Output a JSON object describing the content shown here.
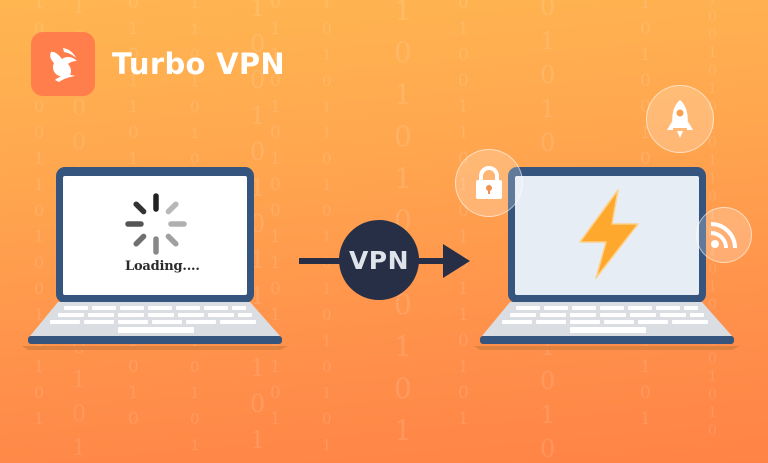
{
  "brand": {
    "name": "Turbo VPN",
    "logo_icon": "rabbit-icon",
    "badge_color": "#ff7e4c"
  },
  "left_laptop": {
    "screen_icon": "loading-spinner-icon",
    "status_text": "Loading...."
  },
  "connector": {
    "label": "VPN",
    "arrow_icon": "arrow-right-icon",
    "color": "#272f47"
  },
  "right_laptop": {
    "screen_icon": "lightning-bolt-icon",
    "bolt_color": "#ffa82e",
    "feature_bubbles": [
      {
        "icon": "padlock-icon",
        "meaning": "security"
      },
      {
        "icon": "rocket-icon",
        "meaning": "speed"
      },
      {
        "icon": "wifi-signal-icon",
        "meaning": "connection"
      }
    ]
  },
  "colors": {
    "background_top": "#ffb651",
    "background_bottom": "#ff8346",
    "laptop_frame": "#35557f",
    "laptop_base": "#d9dde3"
  }
}
